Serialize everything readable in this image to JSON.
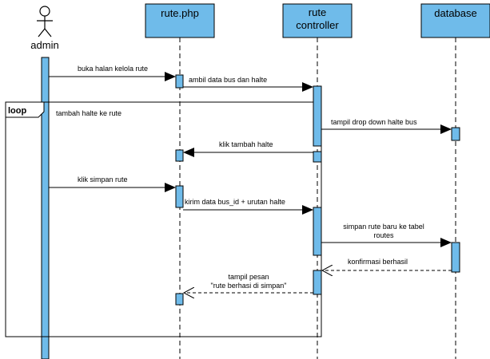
{
  "actor": {
    "label": "admin"
  },
  "lifelines": {
    "rute_php": "rute.php",
    "controller_line1": "rute",
    "controller_line2": "controller",
    "database": "database"
  },
  "fragment": {
    "type": "loop",
    "guard": "tambah halte ke rute"
  },
  "messages": {
    "m1": "buka halan kelola rute",
    "m2": "ambil data bus dan halte",
    "m3": "tampil drop down halte bus",
    "m4": "klik tambah halte",
    "m5": "klik simpan rute",
    "m6": "kirim data bus_id + urutan halte",
    "m7_line1": "simpan rute baru ke tabel",
    "m7_line2": "routes",
    "m8": "konfirmasi berhasil",
    "m9_line1": "tampil pesan",
    "m9_line2": "\"rute berhasi di simpan\""
  },
  "colors": {
    "lifeline_fill": "#6fbbea",
    "lifeline_stroke": "#000000",
    "activation_fill": "#6fbbea"
  }
}
